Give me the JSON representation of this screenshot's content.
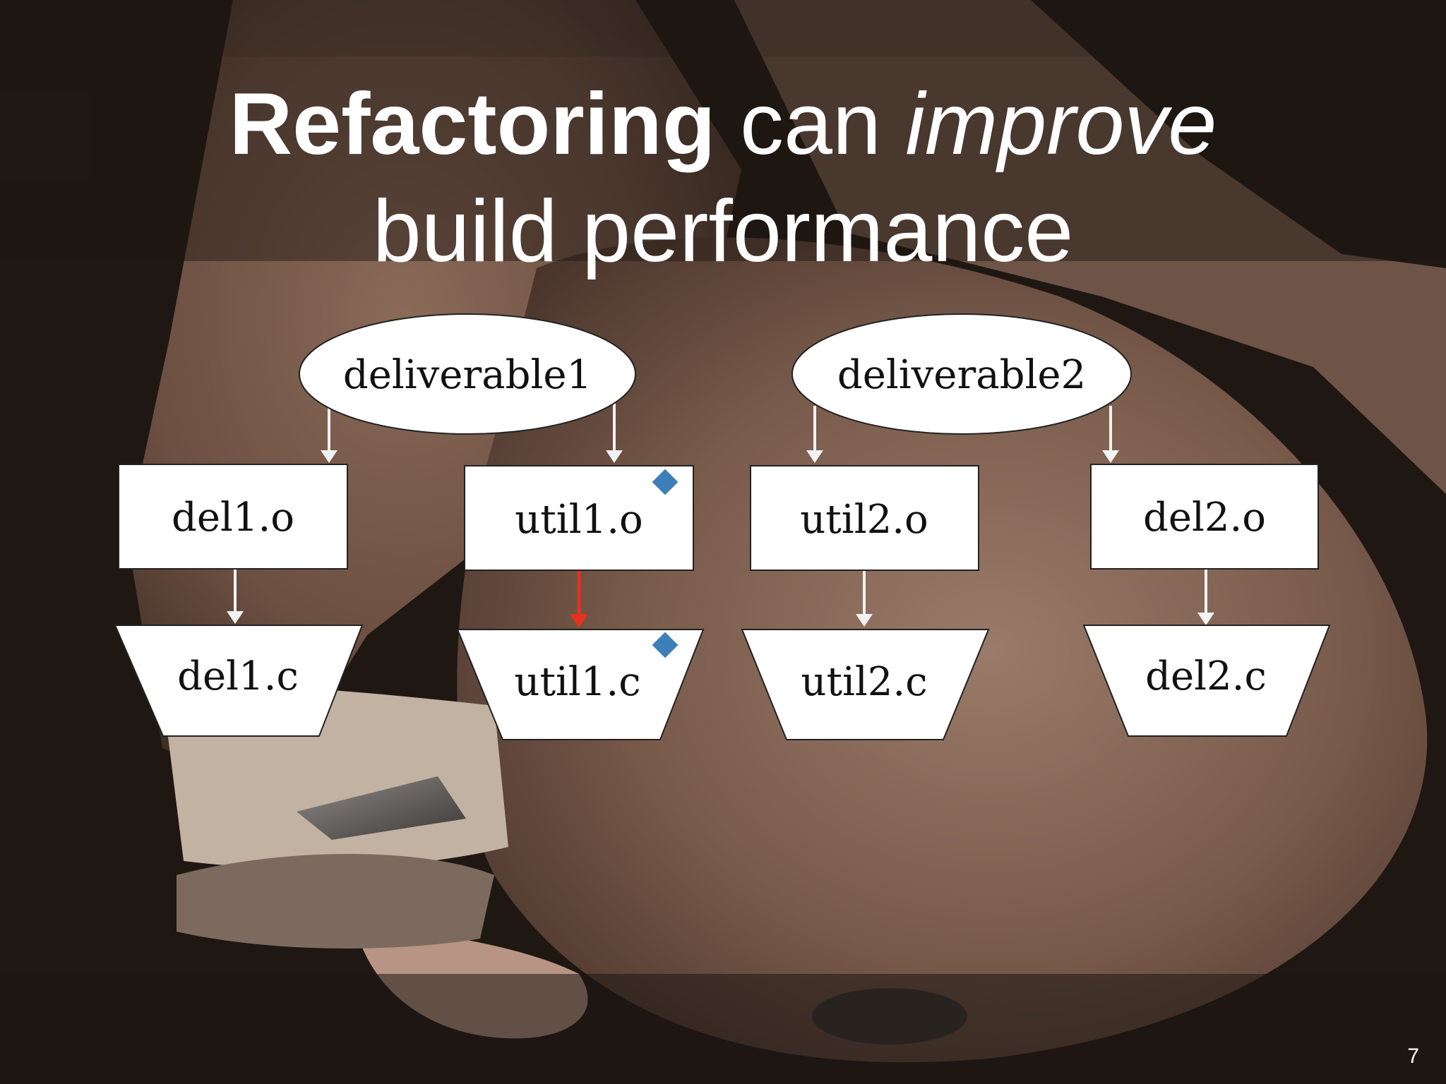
{
  "title": {
    "bold": "Refactoring",
    "plain1": " can ",
    "italic": "improve",
    "line2": "build performance"
  },
  "nodes": {
    "deliverable1": "deliverable1",
    "deliverable2": "deliverable2",
    "del1_o": "del1.o",
    "util1_o": "util1.o",
    "util2_o": "util2.o",
    "del2_o": "del2.o",
    "del1_c": "del1.c",
    "util1_c": "util1.c",
    "util2_c": "util2.c",
    "del2_c": "del2.c"
  },
  "page_number": "7",
  "colors": {
    "highlight_arrow": "#e3321e",
    "changed_marker": "#3d7fb8",
    "arrow": "#f2f2f2"
  }
}
